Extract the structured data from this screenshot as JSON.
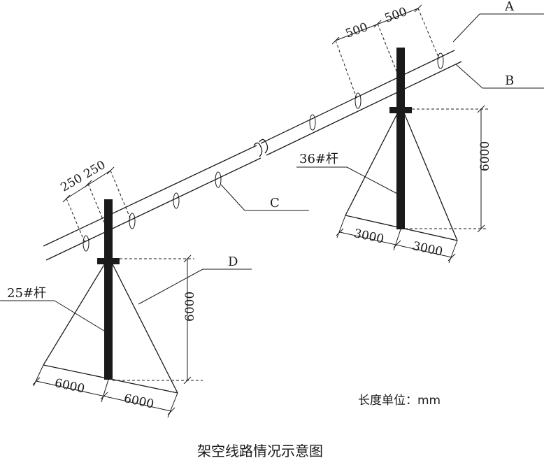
{
  "caption": "架空线路情况示意图",
  "unit_note": "长度单位：mm",
  "labels": {
    "a": "A",
    "b": "B",
    "c": "C",
    "d": "D",
    "pole_small": "25#杆",
    "pole_large": "36#杆"
  },
  "dimensions": {
    "small_spacing_1": "250",
    "small_spacing_2": "250",
    "large_spacing_1": "500",
    "large_spacing_2": "500",
    "small_height": "6000",
    "small_base_left": "6000",
    "small_base_right": "6000",
    "large_height": "6000",
    "large_base_left": "3000",
    "large_base_right": "3000"
  }
}
